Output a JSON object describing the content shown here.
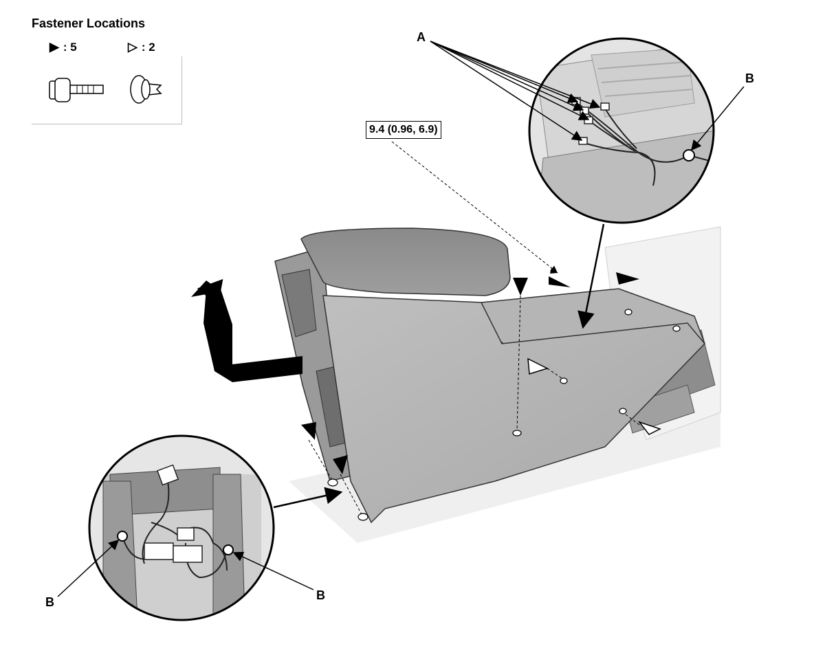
{
  "legend": {
    "title": "Fastener Locations",
    "items": [
      {
        "symbol": "▶",
        "text": ": 5",
        "icon": "bolt-icon"
      },
      {
        "symbol": "▷",
        "text": ": 2",
        "icon": "clip-icon"
      }
    ]
  },
  "torque_spec": "9.4 (0.96, 6.9)",
  "callouts": {
    "a": "A",
    "b_top": "B",
    "b_bottom_left": "B",
    "b_bottom_right": "B"
  }
}
